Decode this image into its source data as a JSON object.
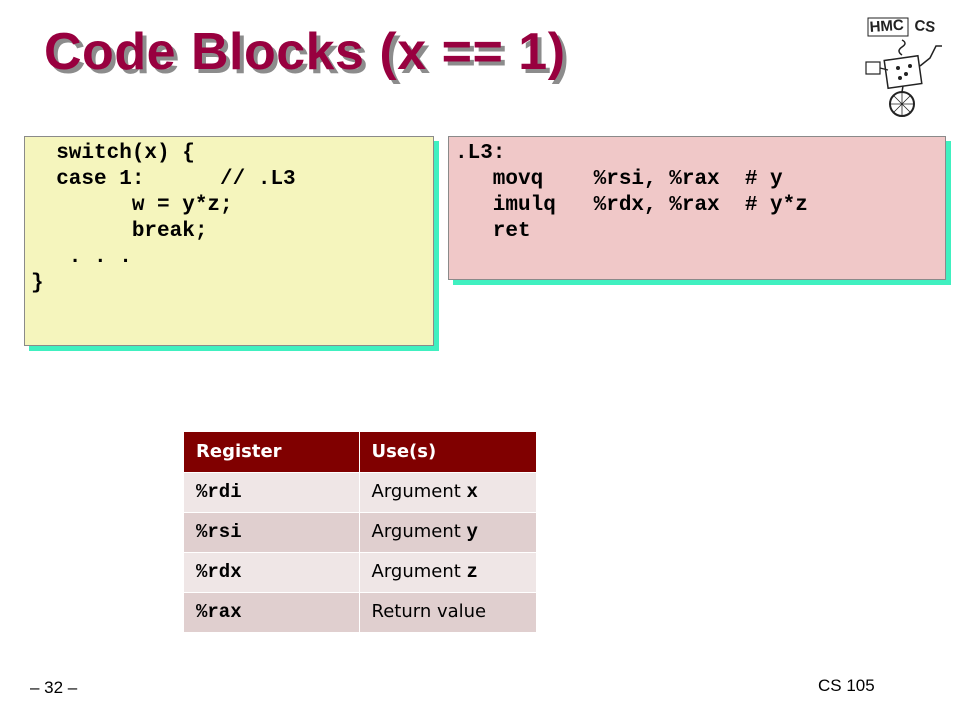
{
  "slide": {
    "title": "Code Blocks (x == 1)",
    "logo_text": "HMC CS"
  },
  "c_code": {
    "lines": [
      "  switch(x) {",
      "  case 1:      // .L3",
      "        w = y*z;",
      "        break;",
      "   . . .",
      "}"
    ]
  },
  "asm_code": {
    "lines": [
      ".L3:",
      "   movq    %rsi, %rax  # y",
      "   imulq   %rdx, %rax  # y*z",
      "   ret"
    ]
  },
  "table": {
    "headers": [
      "Register",
      "Use(s)"
    ],
    "rows": [
      {
        "reg": "%rdi",
        "use_text": "Argument ",
        "use_var": "x"
      },
      {
        "reg": "%rsi",
        "use_text": "Argument ",
        "use_var": "y"
      },
      {
        "reg": "%rdx",
        "use_text": "Argument ",
        "use_var": "z"
      },
      {
        "reg": "%rax",
        "use_text": "Return value",
        "use_var": ""
      }
    ]
  },
  "footer": {
    "page": "– 32 –",
    "course": "CS 105"
  },
  "colors": {
    "title": "#98003f",
    "title_shadow": "#8c8c8c",
    "c_box_bg": "#f5f5bd",
    "asm_box_bg": "#f0c8c8",
    "box_shadow": "#40f0c0",
    "table_header_bg": "#800000"
  }
}
